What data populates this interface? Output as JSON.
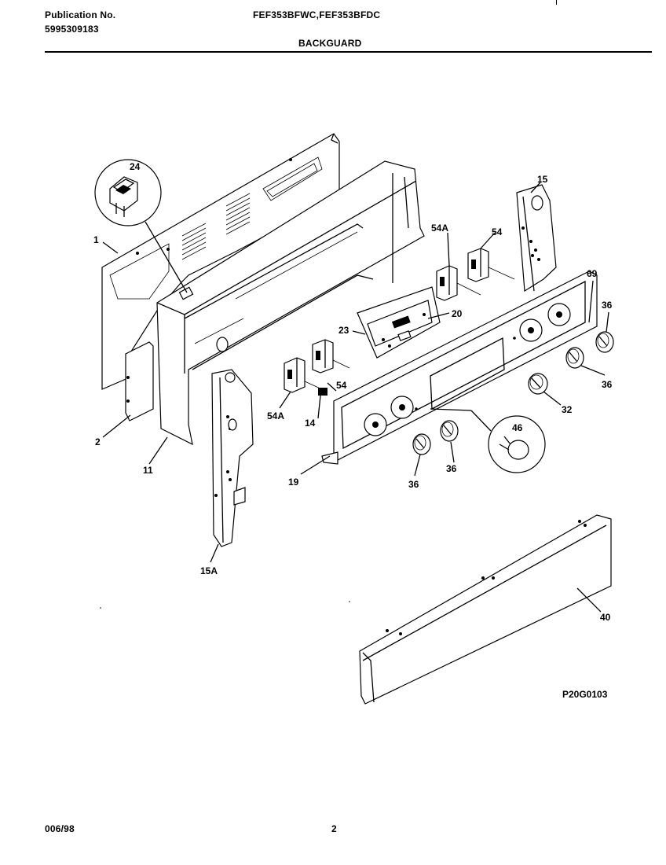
{
  "header": {
    "publication_label": "Publication No.",
    "publication_number": "5995309183",
    "models": "FEF353BFWC,FEF353BFDC",
    "section": "BACKGUARD"
  },
  "footer": {
    "date_code": "006/98",
    "page_number": "2",
    "figure_code": "P20G0103"
  },
  "callouts": {
    "c1": "1",
    "c2": "2",
    "c11": "11",
    "c14": "14",
    "c15": "15",
    "c15a": "15A",
    "c19": "19",
    "c20": "20",
    "c23": "23",
    "c24": "24",
    "c32": "32",
    "c36a": "36",
    "c36b": "36",
    "c36c": "36",
    "c36d": "36",
    "c40": "40",
    "c46": "46",
    "c54a": "54",
    "c54b": "54",
    "c54A1": "54A",
    "c54A2": "54A",
    "c69": "69"
  }
}
